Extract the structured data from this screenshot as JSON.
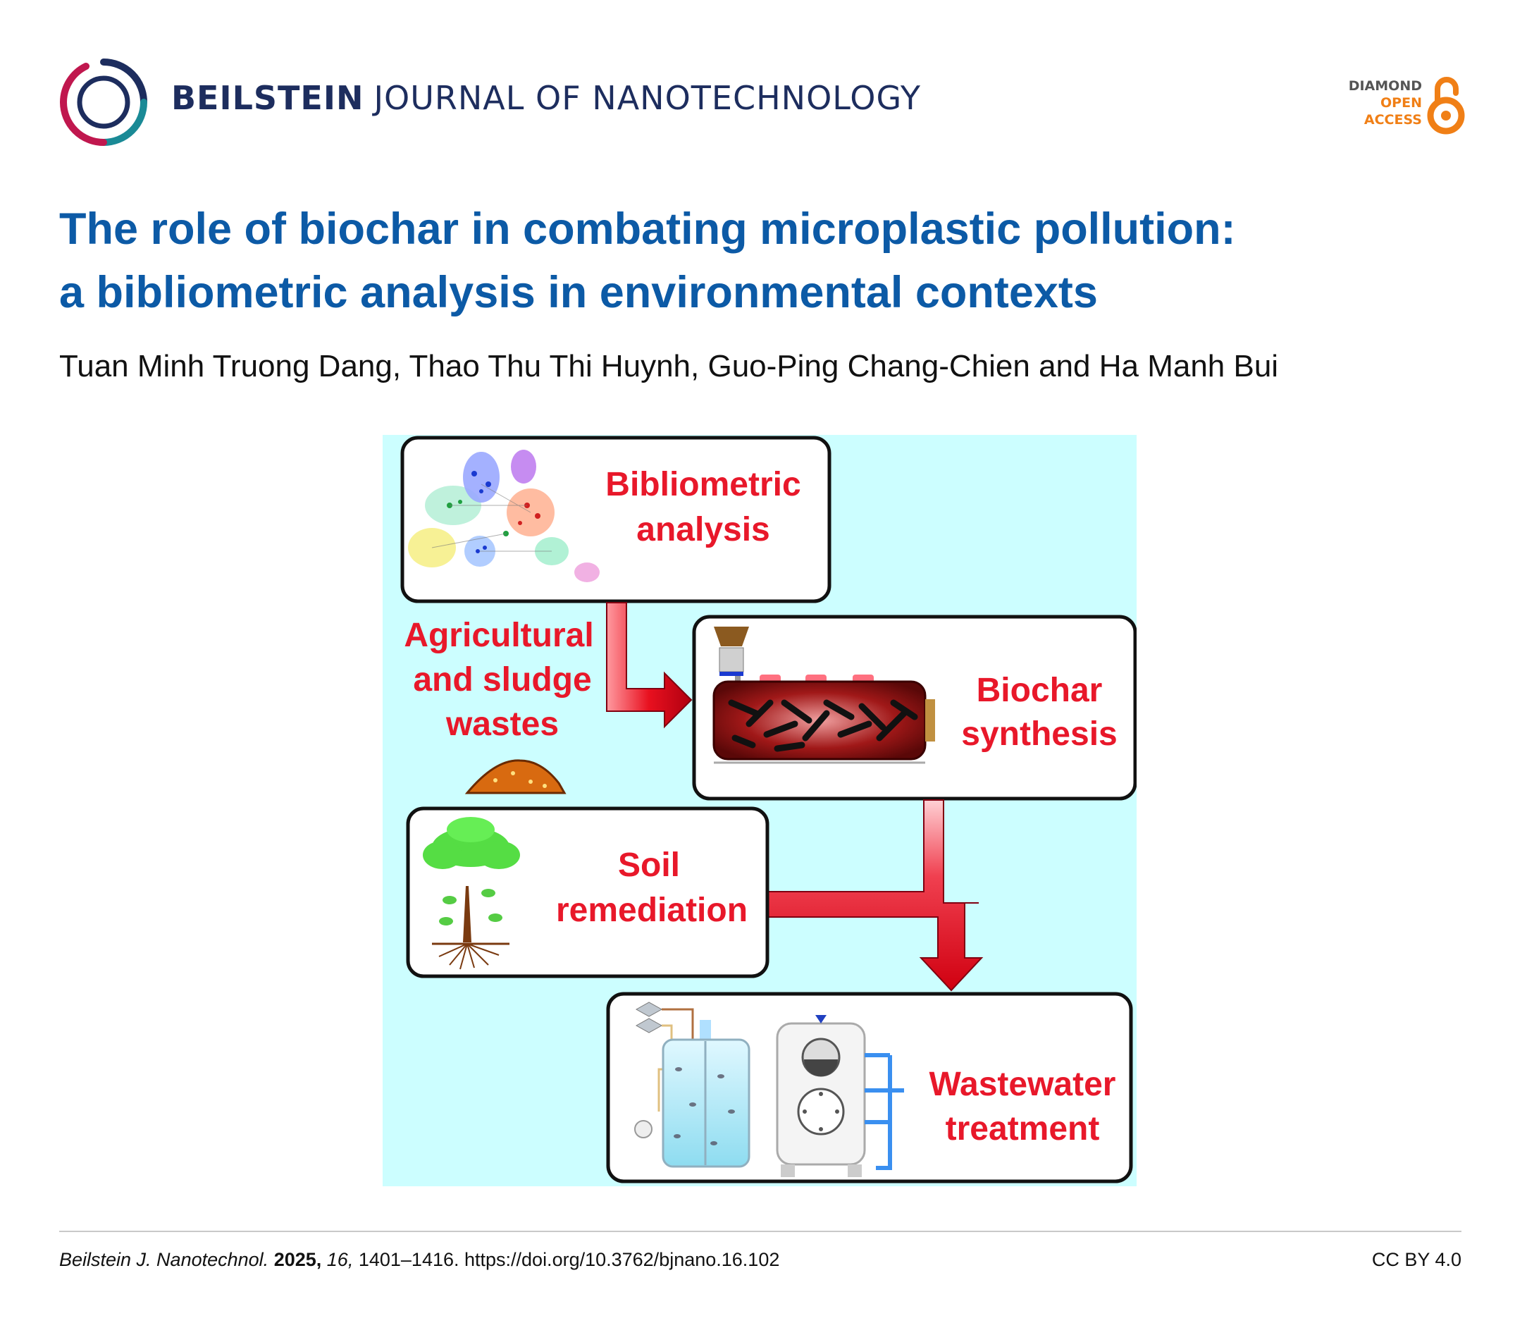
{
  "header": {
    "journal_bold": "BEILSTEIN",
    "journal_rest": "JOURNAL OF NANOTECHNOLOGY",
    "badge": [
      "DIAMOND",
      "OPEN",
      "ACCESS"
    ]
  },
  "article": {
    "title_lines": [
      "The role of biochar in combating microplastic pollution:",
      "a bibliometric analysis in environmental contexts"
    ],
    "authors": "Tuan Minh Truong Dang, Thao Thu Thi Huynh, Guo-Ping Chang-Chien and Ha Manh Bui"
  },
  "graphic": {
    "bibliometric": [
      "Bibliometric",
      "analysis"
    ],
    "wastes": [
      "Agricultural",
      "and sludge",
      "wastes"
    ],
    "biochar": [
      "Biochar",
      "synthesis"
    ],
    "soil": [
      "Soil",
      "remediation"
    ],
    "wastewater": [
      "Wastewater",
      "treatment"
    ]
  },
  "footer": {
    "journal_abbrev": "Beilstein J. Nanotechnol.",
    "year": "2025,",
    "volume": "16,",
    "pages_doi": "1401–1416. https://doi.org/10.3762/bjnano.16.102",
    "license": "CC BY 4.0"
  },
  "colors": {
    "title": "#0c5aa6",
    "journal": "#1d2d5e",
    "open_access": "#f07f16",
    "graphic_bg": "#ccfeff",
    "graphic_text": "#e8182a"
  }
}
